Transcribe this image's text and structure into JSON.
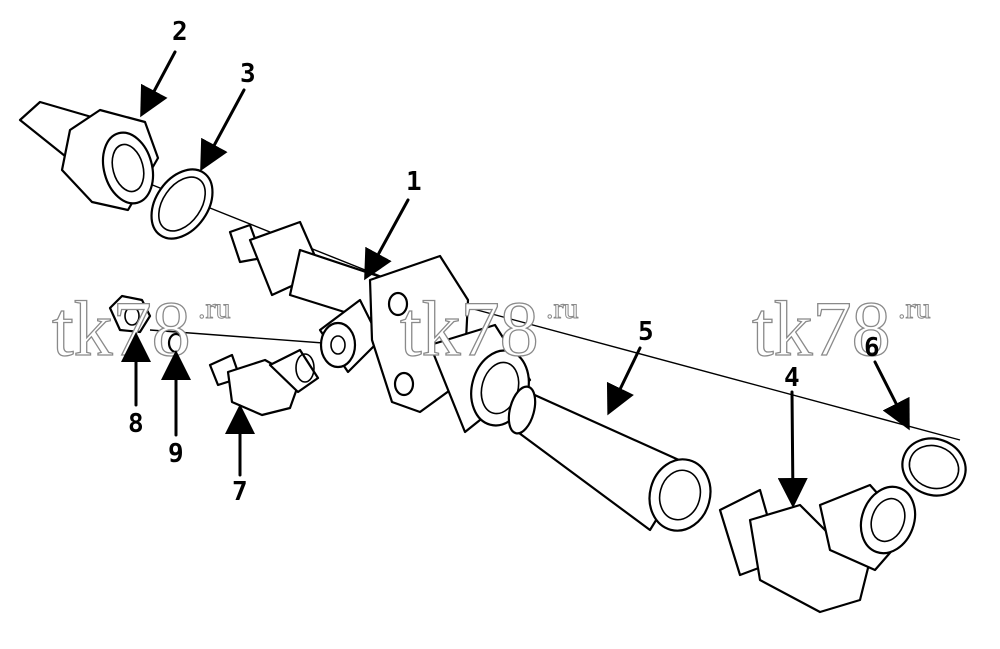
{
  "watermark": {
    "main": "tk78",
    "sup": ".ru"
  },
  "callouts": {
    "c1": "1",
    "c2": "2",
    "c3": "3",
    "c4": "4",
    "c5": "5",
    "c6": "6",
    "c7": "7",
    "c8": "8",
    "c9": "9"
  }
}
